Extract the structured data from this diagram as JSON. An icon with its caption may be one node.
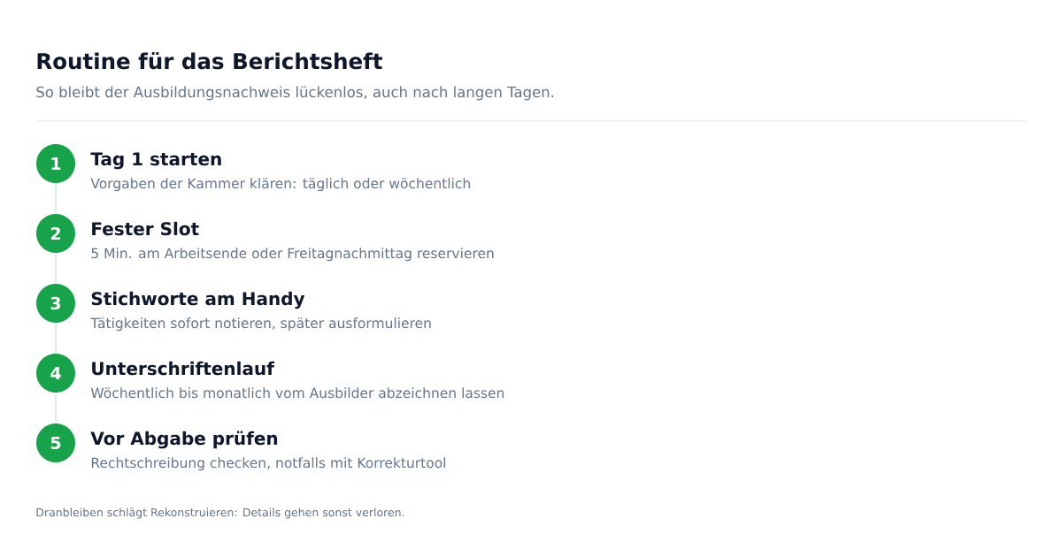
{
  "diagram": {
    "title": "Routine für das Berichtsheft",
    "caption": "Dranbleiben schlägt Rekonstruieren: Details gehen sonst verloren.",
    "labels": [
      "So bleibt der Ausbildungsnachweis lückenlos, auch nach langen Tagen."
    ],
    "nodes": [
      {
        "text": [
          "1"
        ],
        "beside": [
          "Tag 1 starten",
          "Vorgaben der Kammer klären: täglich oder wöchentlich"
        ]
      },
      {
        "text": [
          "2"
        ],
        "beside": [
          "Fester Slot",
          "5 Min. am Arbeitsende oder Freitagnachmittag reservieren"
        ]
      },
      {
        "text": [
          "3"
        ],
        "beside": [
          "Stichworte am Handy",
          "Tätigkeiten sofort notieren, später ausformulieren"
        ]
      },
      {
        "text": [
          "4"
        ],
        "beside": [
          "Unterschriftenlauf",
          "Wöchentlich bis monatlich vom Ausbilder abzeichnen lassen"
        ]
      },
      {
        "text": [
          "5"
        ],
        "beside": [
          "Vor Abgabe prüfen",
          "Rechtschreibung checken, notfalls mit Korrekturtool"
        ]
      }
    ],
    "edges": [
      {
        "from": 0,
        "to": 1,
        "arrow": "none"
      },
      {
        "from": 1,
        "to": 2,
        "arrow": "none"
      },
      {
        "from": 2,
        "to": 3,
        "arrow": "none"
      },
      {
        "from": 3,
        "to": 4,
        "arrow": "none"
      }
    ]
  }
}
